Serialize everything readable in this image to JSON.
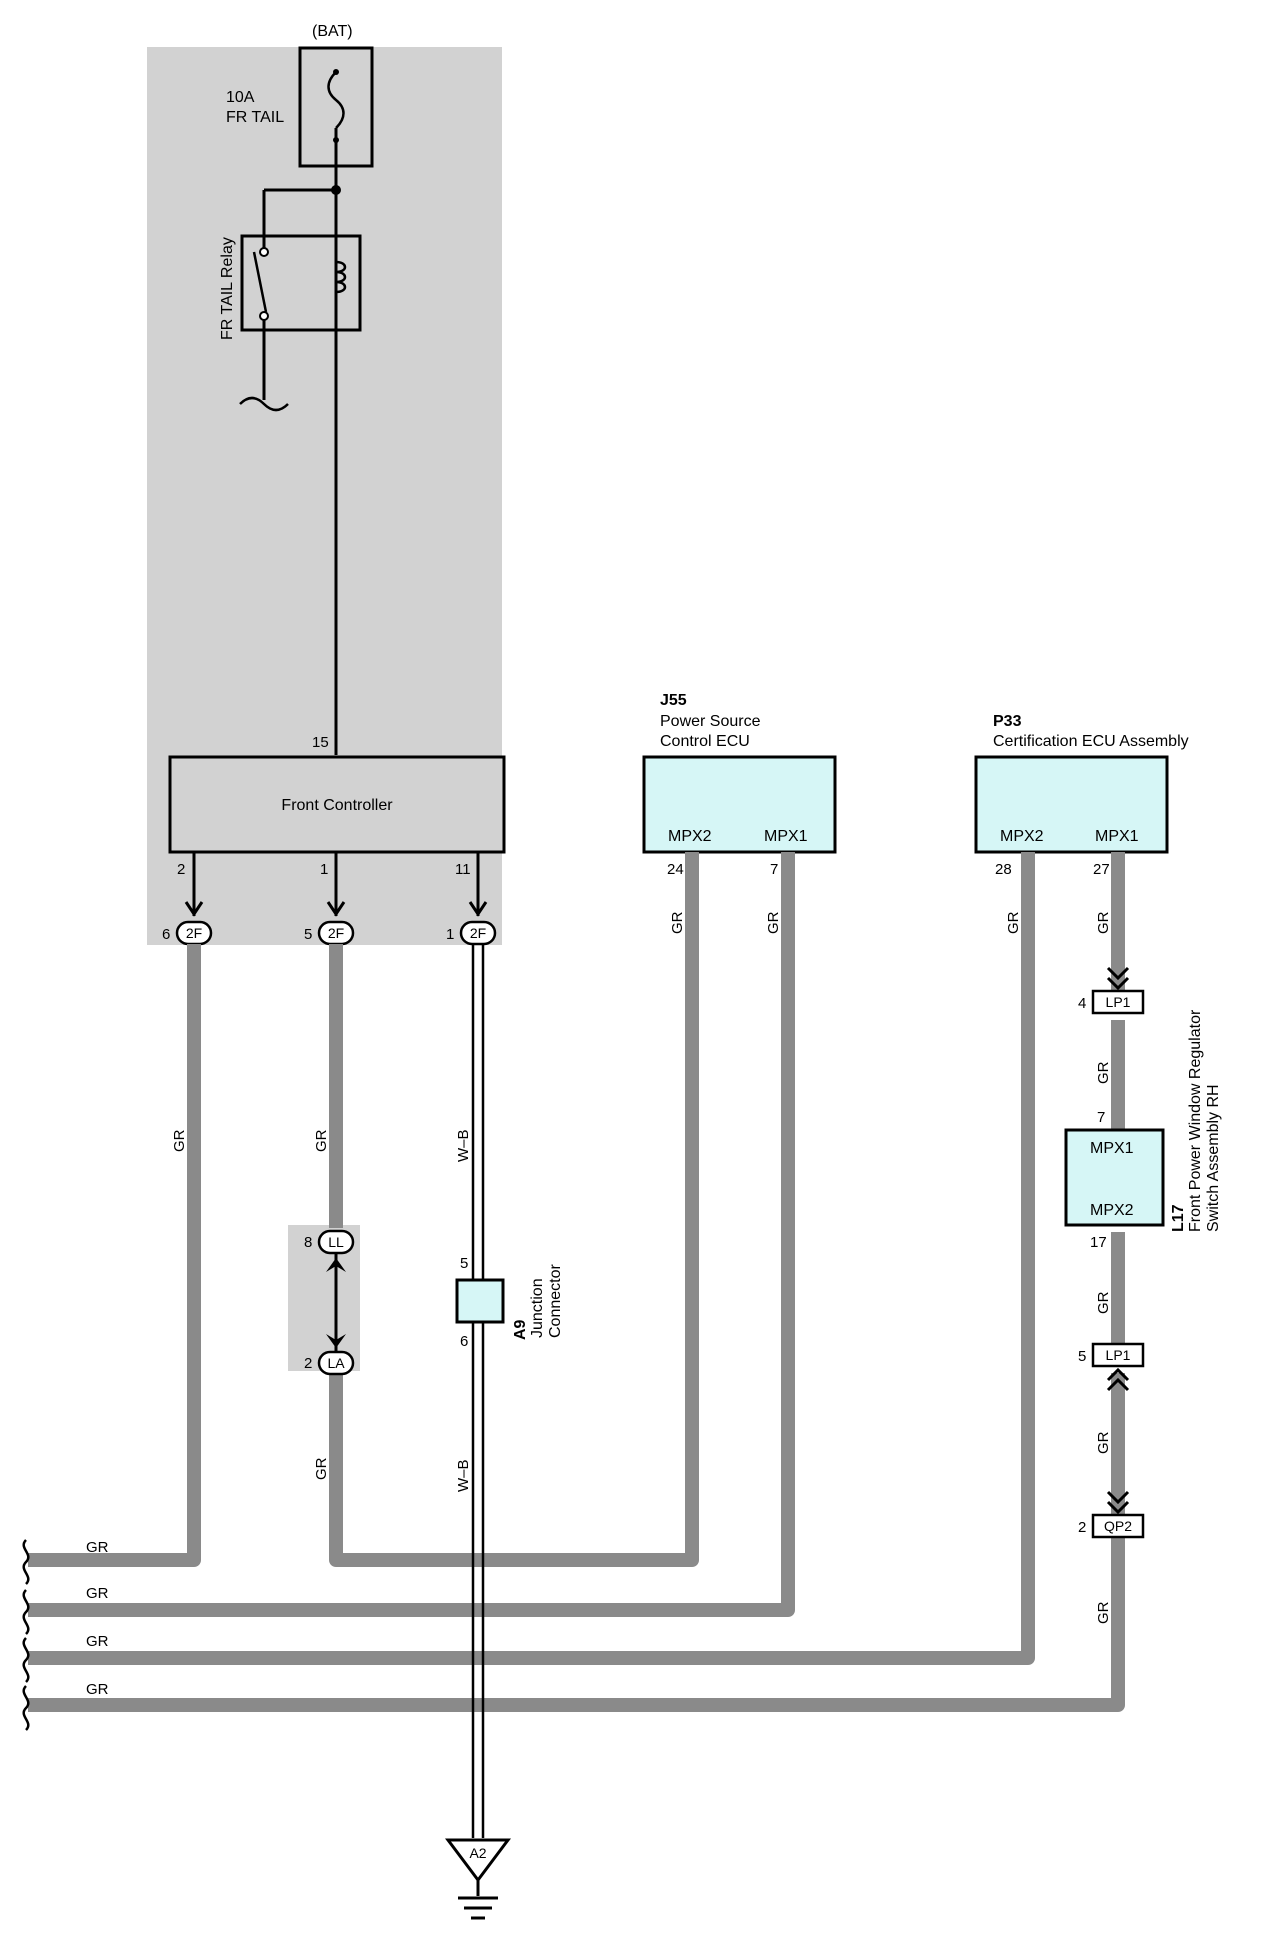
{
  "power": {
    "source": "(BAT)",
    "fuse_rating": "10A",
    "fuse_name": "FR TAIL"
  },
  "relay": {
    "name": "FR TAIL Relay"
  },
  "front_controller": {
    "name": "Front Controller",
    "pin_power": "15",
    "pins": [
      "2",
      "1",
      "11"
    ],
    "connector_pins": [
      "6",
      "5",
      "1"
    ],
    "connector_code": "2F"
  },
  "j55": {
    "code": "J55",
    "name_line1": "Power Source",
    "name_line2": "Control ECU",
    "term_left": "MPX2",
    "term_right": "MPX1",
    "pin_left": "24",
    "pin_right": "7"
  },
  "p33": {
    "code": "P33",
    "name": "Certification ECU Assembly",
    "term_left": "MPX2",
    "term_right": "MPX1",
    "pin_left": "28",
    "pin_right": "27"
  },
  "l17": {
    "code": "L17",
    "name_line1": "Front Power Window Regulator",
    "name_line2": "Switch Assembly RH",
    "term_top": "MPX1",
    "term_bottom": "MPX2",
    "pin_top": "7",
    "pin_bottom": "17"
  },
  "a9": {
    "code": "A9",
    "name_line1": "Junction",
    "name_line2": "Connector",
    "pin_top": "5",
    "pin_bottom": "6"
  },
  "connectors": {
    "ll": {
      "code": "LL",
      "pin": "8"
    },
    "la": {
      "code": "LA",
      "pin": "2"
    },
    "lp1_top": {
      "code": "LP1",
      "pin": "4"
    },
    "lp1_bottom": {
      "code": "LP1",
      "pin": "5"
    },
    "qp2": {
      "code": "QP2",
      "pin": "2"
    }
  },
  "ground": {
    "code": "A2"
  },
  "wire_colors": {
    "gr": "GR",
    "wb": "W–B"
  },
  "colors": {
    "gray_zone": "#d2d2d2",
    "ecu_fill": "#d6f6f6",
    "wire_gray": "#8a8a8a",
    "controller_fill": "#d2d2d2"
  }
}
